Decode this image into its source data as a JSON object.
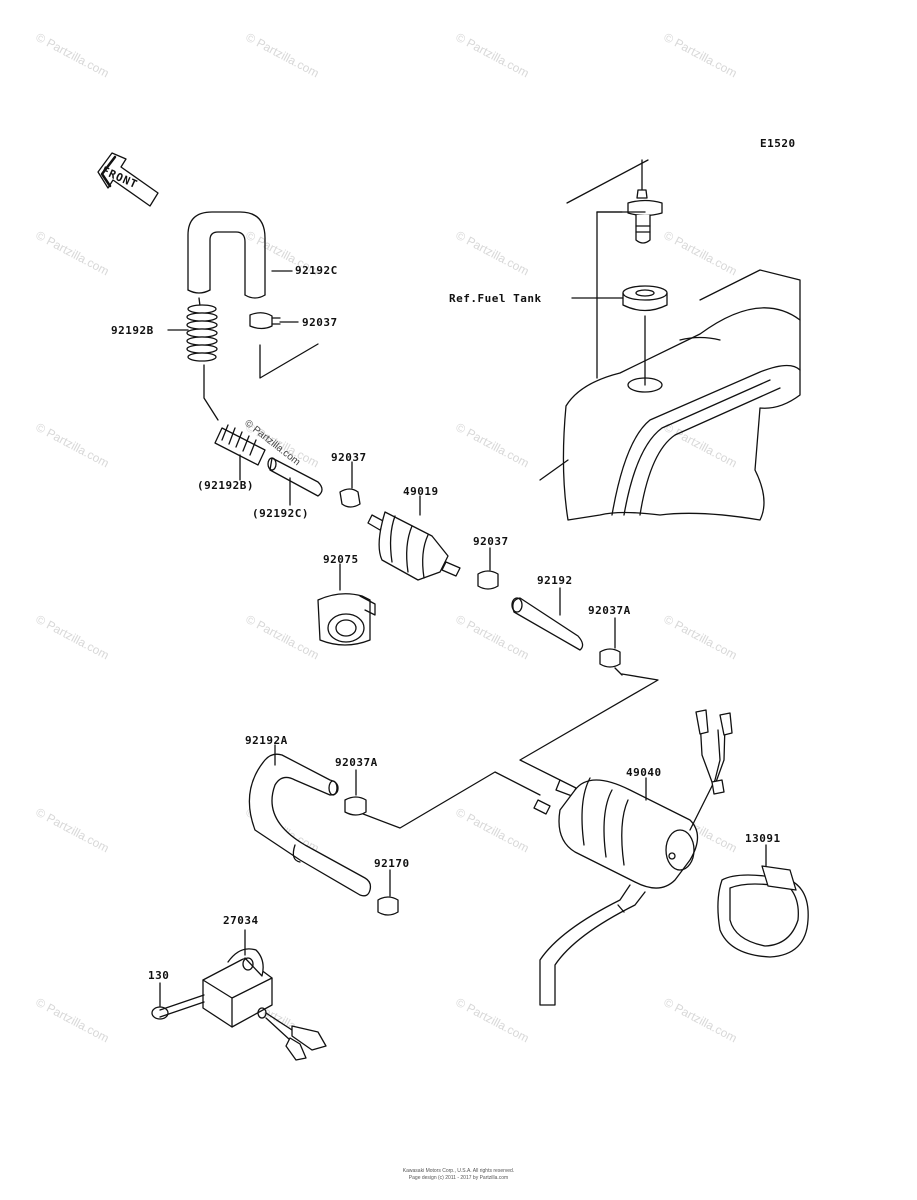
{
  "diagram": {
    "code": "E1520",
    "front_label": "FRONT",
    "copyright_tag": "© Partzilla.com",
    "ref_label": "Ref.Fuel Tank",
    "parts": [
      {
        "id": "p92192C",
        "number": "92192C"
      },
      {
        "id": "p92037a",
        "number": "92037"
      },
      {
        "id": "p92192B",
        "number": "92192B"
      },
      {
        "id": "p92192Bp",
        "number": "(92192B)"
      },
      {
        "id": "p92192Cp",
        "number": "(92192C)"
      },
      {
        "id": "p92037b",
        "number": "92037"
      },
      {
        "id": "p49019",
        "number": "49019"
      },
      {
        "id": "p92037c",
        "number": "92037"
      },
      {
        "id": "p92075",
        "number": "92075"
      },
      {
        "id": "p92192",
        "number": "92192"
      },
      {
        "id": "p92037A1",
        "number": "92037A"
      },
      {
        "id": "p92192A",
        "number": "92192A"
      },
      {
        "id": "p92037A2",
        "number": "92037A"
      },
      {
        "id": "p49040",
        "number": "49040"
      },
      {
        "id": "p13091",
        "number": "13091"
      },
      {
        "id": "p92170",
        "number": "92170"
      },
      {
        "id": "p27034",
        "number": "27034"
      },
      {
        "id": "p130",
        "number": "130"
      }
    ]
  },
  "watermark": "© Partzilla.com",
  "footer": {
    "line1": "Kawasaki Motors Corp., U.S.A. All rights reserved.",
    "line2": "Page design (c) 2011 - 2017 by Partzilla.com"
  }
}
